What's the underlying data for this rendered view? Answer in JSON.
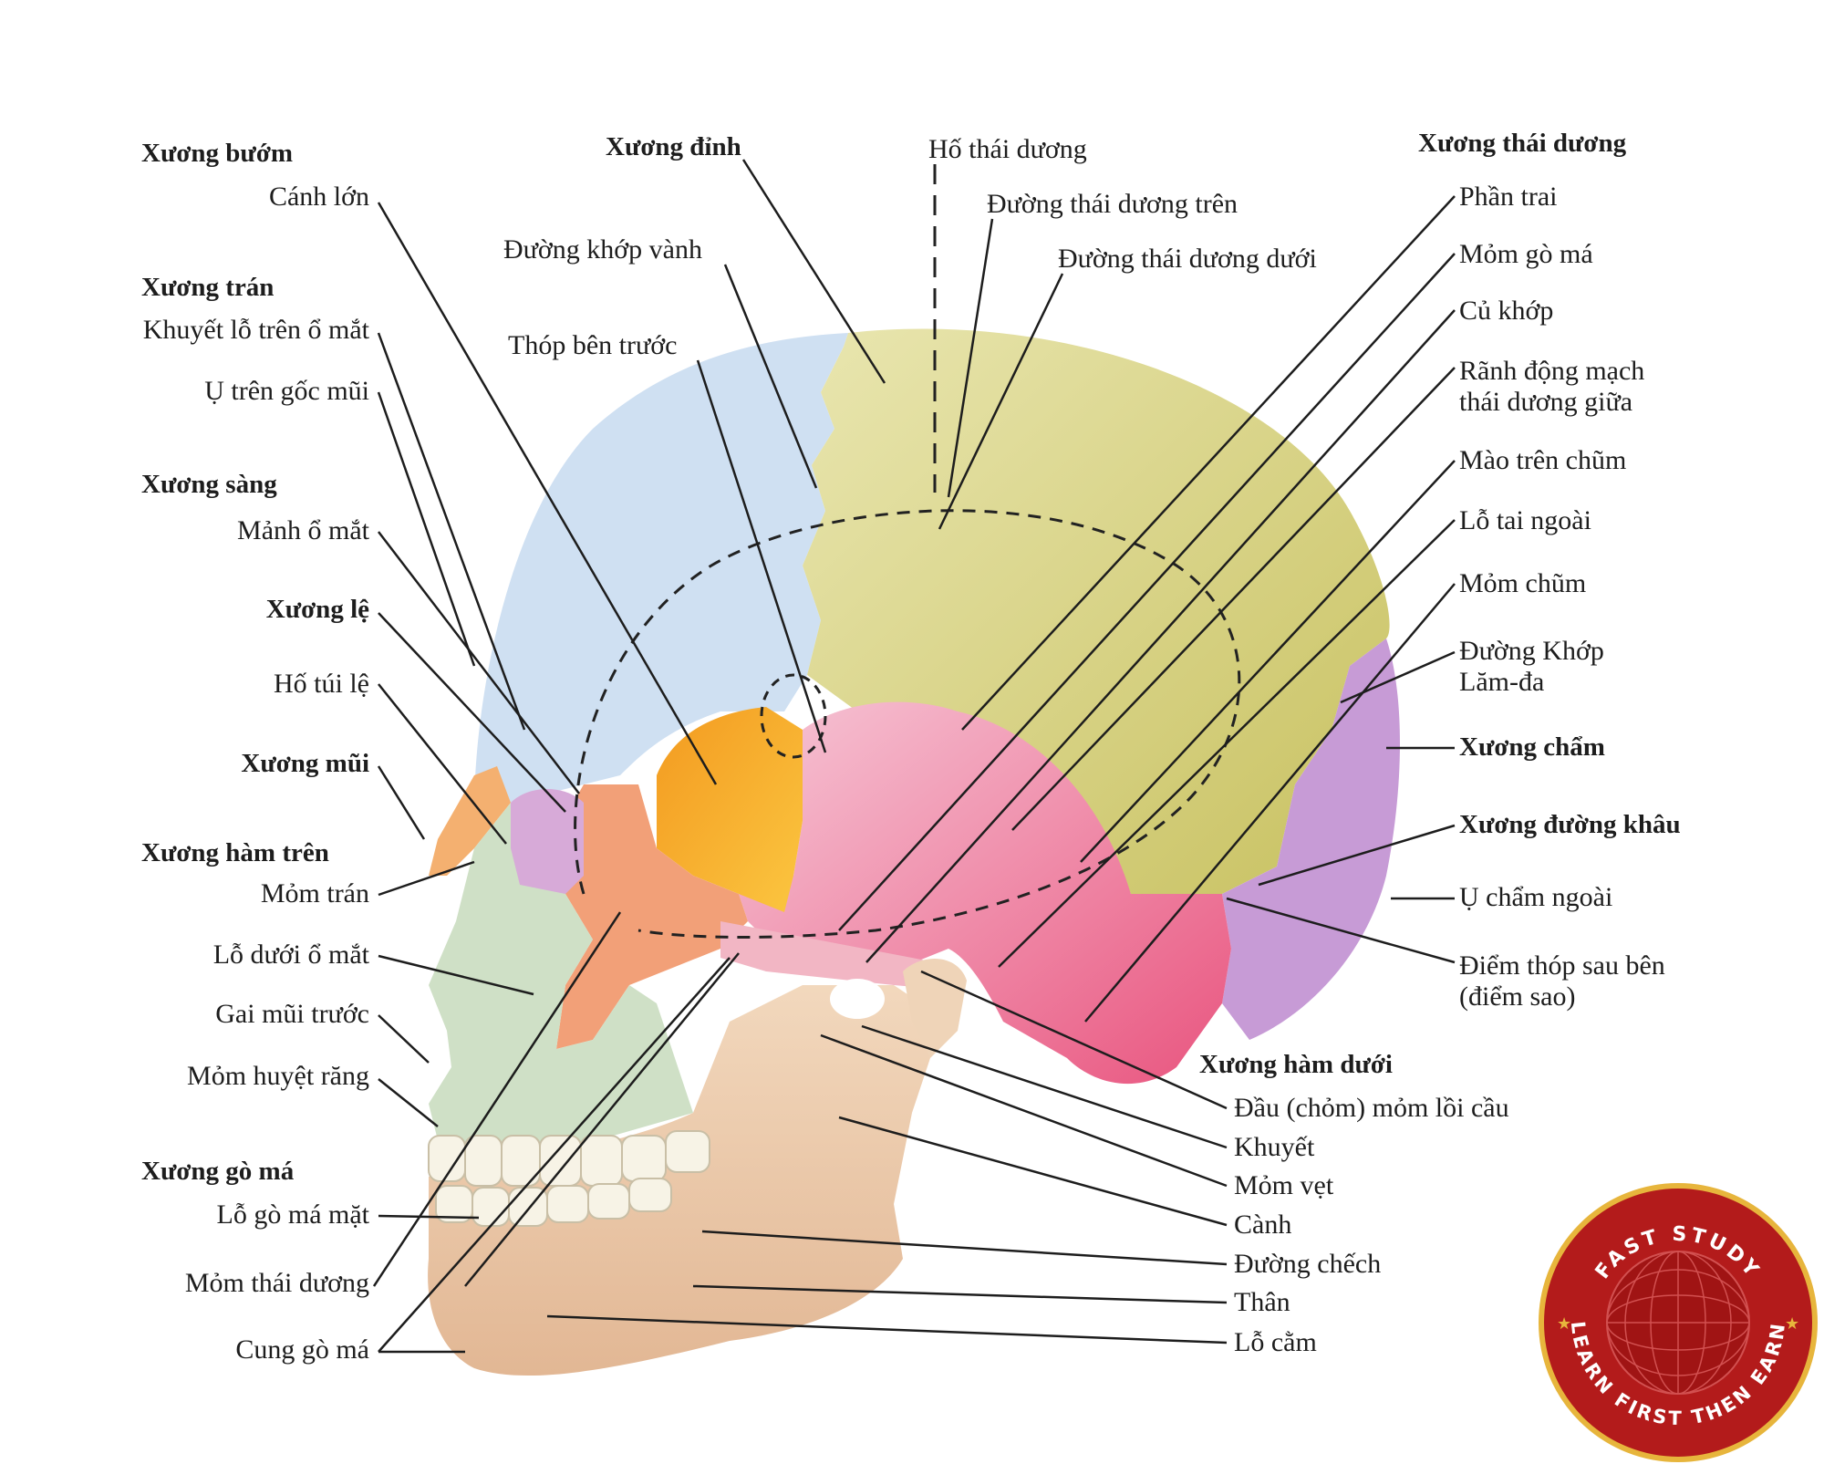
{
  "labels": {
    "xuong_buom": "Xương bướm",
    "canh_lon": "Cánh lớn",
    "xuong_tran": "Xương trán",
    "khuyet_lo_tren_o_mat": "Khuyết lỗ trên ổ mắt",
    "u_tren_goc_mui": "Ụ trên gốc mũi",
    "xuong_sang": "Xương sàng",
    "manh_o_mat": "Mảnh ổ mắt",
    "xuong_le": "Xương lệ",
    "ho_tui_le": "Hố túi lệ",
    "xuong_mui": "Xương mũi",
    "xuong_ham_tren": "Xương hàm trên",
    "mom_tran": "Mỏm trán",
    "lo_duoi_o_mat": "Lỗ dưới ổ mắt",
    "gai_mui_truoc": "Gai mũi trước",
    "mom_huyet_rang": "Mỏm huyệt răng",
    "xuong_go_ma": "Xương gò má",
    "lo_go_ma_mat": "Lỗ gò má mặt",
    "mom_thai_duong": "Mỏm thái dương",
    "cung_go_ma": "Cung gò má",
    "xuong_dinh": "Xương đỉnh",
    "duong_khop_vanh": "Đường khớp vành",
    "thop_ben_truoc": "Thóp bên trước",
    "ho_thai_duong": "Hố thái dương",
    "duong_thai_duong_tren": "Đường thái dương trên",
    "duong_thai_duong_duoi": "Đường thái dương dưới",
    "xuong_thai_duong": "Xương thái dương",
    "phan_trai": "Phần trai",
    "mom_go_ma": "Mỏm gò má",
    "cu_khop": "Củ khớp",
    "ranh_dong_mach_1": "Rãnh động mạch",
    "ranh_dong_mach_2": "thái dương giữa",
    "mao_tren_chum": "Mào trên chũm",
    "lo_tai_ngoai": "Lỗ tai ngoài",
    "mom_chum": "Mỏm chũm",
    "duong_khop_lamda_1": "Đường Khớp",
    "duong_khop_lamda_2": "Lăm-đa",
    "xuong_cham": "Xương chẩm",
    "xuong_duong_khau": "Xương đường khâu",
    "u_cham_ngoai": "Ụ chẩm ngoài",
    "diem_thop_sau_ben_1": "Điểm thóp sau bên",
    "diem_thop_sau_ben_2": "(điểm sao)",
    "xuong_ham_duoi": "Xương hàm dưới",
    "dau_chom": "Đầu (chỏm) mỏm lồi cầu",
    "khuyet": "Khuyết",
    "mom_vet": "Mỏm vẹt",
    "canh": "Cành",
    "duong_chech": "Đường chếch",
    "than": "Thân",
    "lo_cam": "Lỗ cằm"
  },
  "logo": {
    "top_text": "FAST STUDY",
    "bottom_text": "LEARN FIRST THEN EARN"
  },
  "colors": {
    "parietal": "#e0dc9a",
    "frontal": "#cfe0f2",
    "temporal": "#ef9ab8",
    "occipital": "#c79bd6",
    "sphenoid": "#f6a524",
    "zygomatic": "#f2a078",
    "maxilla": "#cfe0c6",
    "mandible": "#edcfb0",
    "nasal": "#f4b070",
    "lacrimal": "#d7aad8",
    "logo_red": "#b31b1b",
    "logo_gold": "#e7b53c"
  }
}
